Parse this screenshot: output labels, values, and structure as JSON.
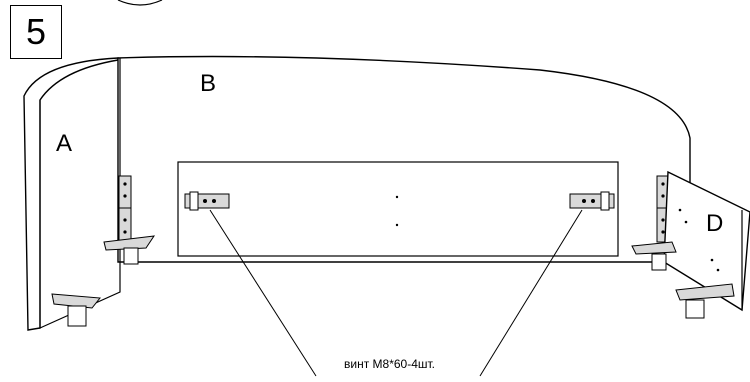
{
  "step": {
    "number": "5"
  },
  "parts": {
    "a": "A",
    "b": "B",
    "d": "D"
  },
  "callout": {
    "text": "винт М8*60-4шт."
  },
  "colors": {
    "line": "#000000",
    "background": "#ffffff",
    "hardware_fill": "#d9d9d9"
  }
}
